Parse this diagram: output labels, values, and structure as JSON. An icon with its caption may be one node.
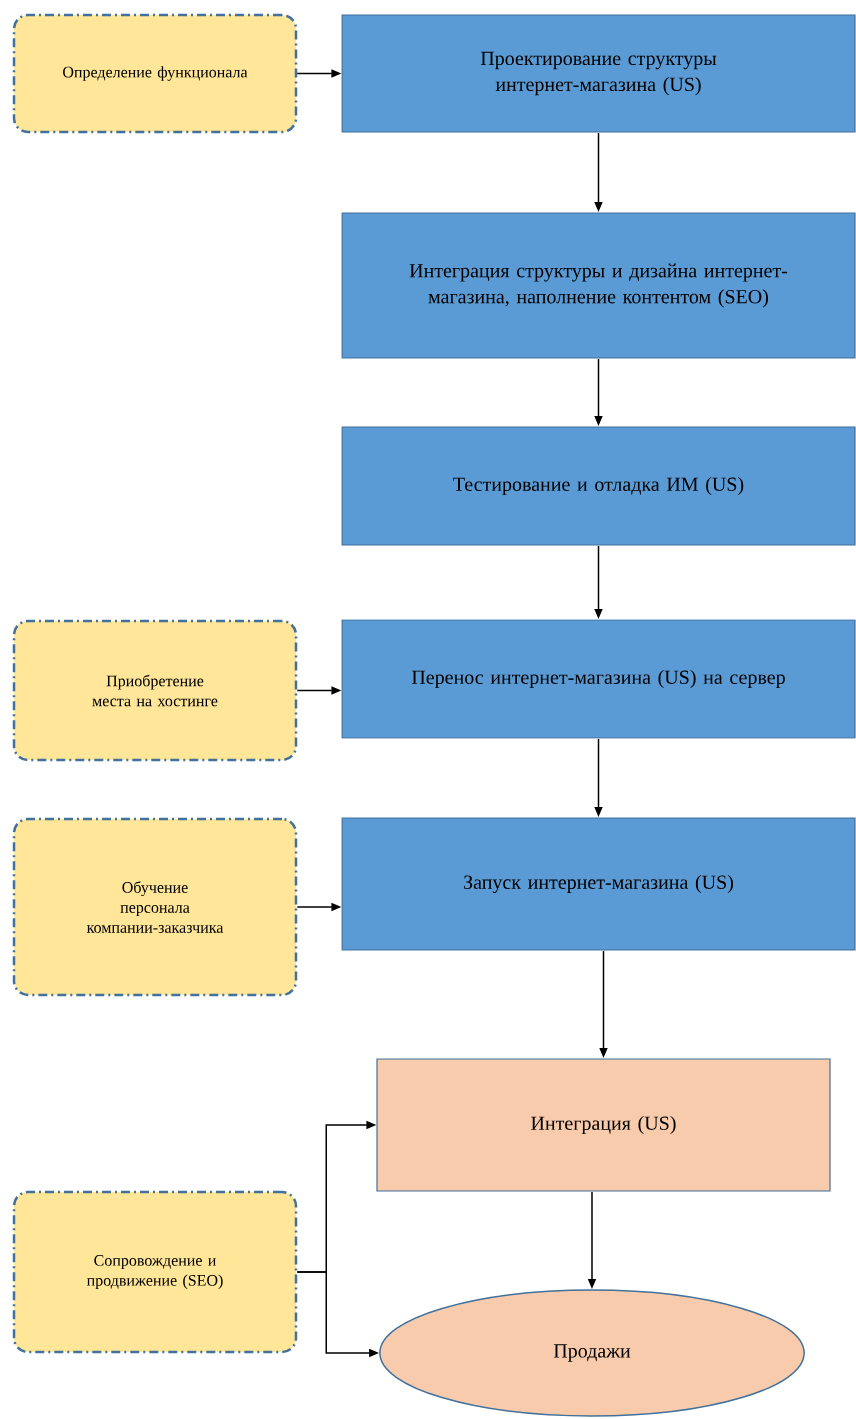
{
  "diagram": {
    "nodes": [
      {
        "text": [
          "Определение функционала"
        ]
      },
      {
        "text": [
          "Проектирование структуры интернет-магазина (US)"
        ]
      },
      {
        "text": [
          "Интеграция структуры и дизайна интернет-магазина, наполнение контентом (SEO)"
        ]
      },
      {
        "text": [
          "Тестирование и отладка ИМ (US)"
        ]
      },
      {
        "text": [
          "Приобретение места на хостинге"
        ]
      },
      {
        "text": [
          "Перенос интернет-магазина (US) на сервер"
        ]
      },
      {
        "text": [
          "Обучение персонала компании-заказчика"
        ]
      },
      {
        "text": [
          "Запуск интернет-магазина (US)"
        ]
      },
      {
        "text": [
          "Интеграция (US)"
        ]
      },
      {
        "text": [
          "Сопровождение и продвижение (SEO)"
        ]
      },
      {
        "text": [
          "Продажи"
        ]
      }
    ],
    "edges": [
      {
        "from": 0,
        "to": 1,
        "arrow": "to"
      },
      {
        "from": 1,
        "to": 2,
        "arrow": "to"
      },
      {
        "from": 2,
        "to": 3,
        "arrow": "to"
      },
      {
        "from": 3,
        "to": 5,
        "arrow": "to"
      },
      {
        "from": 4,
        "to": 5,
        "arrow": "to"
      },
      {
        "from": 5,
        "to": 7,
        "arrow": "to"
      },
      {
        "from": 6,
        "to": 7,
        "arrow": "to"
      },
      {
        "from": 7,
        "to": 8,
        "arrow": "to"
      },
      {
        "from": 9,
        "to": 8,
        "arrow": "to"
      },
      {
        "from": 9,
        "to": 10,
        "arrow": "to"
      },
      {
        "from": 8,
        "to": 10,
        "arrow": "to"
      }
    ]
  }
}
